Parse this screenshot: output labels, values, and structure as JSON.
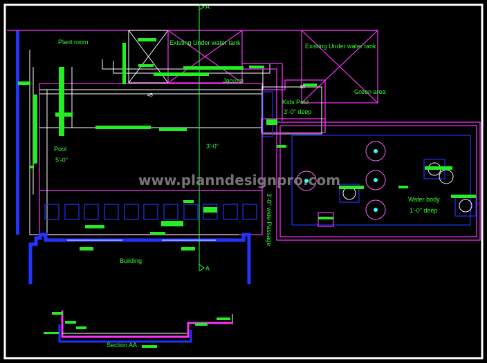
{
  "drawing": {
    "labels": {
      "plant_room": "Plant room",
      "tank_1": "Existing Under water tank",
      "tank_2": "Existing Under water tank",
      "jacuzzi": "Jacuzzi",
      "green_area": "Green area",
      "kids_pool": "Kids Pool",
      "kids_pool_depth": "3'-0\" deep",
      "pool": "Pool",
      "pool_depth": "5'-0\"",
      "pool_mid_depth": "3'-0\"",
      "passage": "3'-0\" wide Passage",
      "water_body": "Water body",
      "water_body_depth": "1'-0\" deep",
      "building": "Building",
      "section": "Section AA",
      "section_mark_top": "A",
      "section_mark_bottom": "A",
      "dim_45": "45",
      "dim_10": "10"
    },
    "watermark": "www.planndesignpro.com",
    "colors": {
      "background": "#000000",
      "frame": "#ffffff",
      "walls": "#ff33ff",
      "text": "#33ff33",
      "water": "#2233ff"
    }
  }
}
